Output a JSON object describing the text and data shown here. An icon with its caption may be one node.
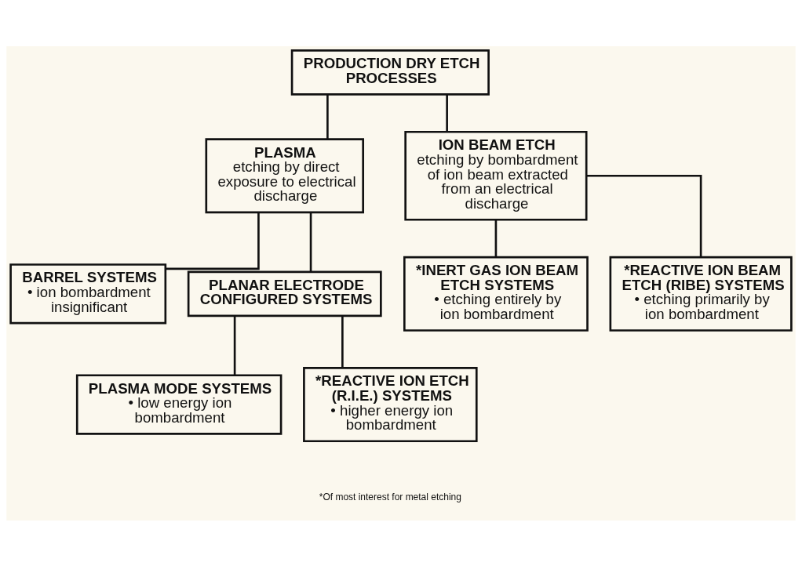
{
  "diagram": {
    "nodes": [
      {
        "text": [
          "PRODUCTION DRY ETCH PROCESSES"
        ]
      },
      {
        "text": [
          "PLASMA",
          "etching by direct exposure to electrical discharge"
        ]
      },
      {
        "text": [
          "ION BEAM ETCH",
          "etching by bombardment of ion beam extracted from an electrical discharge"
        ]
      },
      {
        "text": [
          "BARREL SYSTEMS",
          "• ion bombardment insignificant"
        ]
      },
      {
        "text": [
          "PLANAR ELECTRODE CONFIGURED SYSTEMS"
        ]
      },
      {
        "text": [
          "*INERT GAS ION BEAM ETCH SYSTEMS",
          "• etching entirely by ion bombardment"
        ]
      },
      {
        "text": [
          "*REACTIVE ION BEAM ETCH (RIBE) SYSTEMS",
          "• etching primarily by ion bombardment"
        ]
      },
      {
        "text": [
          "PLASMA MODE SYSTEMS",
          "• low energy ion bombardment"
        ]
      },
      {
        "text": [
          "*REACTIVE ION ETCH (R.I.E.) SYSTEMS",
          "• higher energy ion bombardment"
        ]
      }
    ],
    "edges": [
      {
        "from": 0,
        "to": 1,
        "arrow": "none"
      },
      {
        "from": 0,
        "to": 2,
        "arrow": "none"
      },
      {
        "from": 1,
        "to": 3,
        "arrow": "none"
      },
      {
        "from": 1,
        "to": 4,
        "arrow": "none"
      },
      {
        "from": 2,
        "to": 5,
        "arrow": "none"
      },
      {
        "from": 2,
        "to": 6,
        "arrow": "none"
      },
      {
        "from": 4,
        "to": 7,
        "arrow": "none"
      },
      {
        "from": 4,
        "to": 8,
        "arrow": "none"
      }
    ],
    "labels": [
      "*Of most interest for metal etching"
    ]
  }
}
